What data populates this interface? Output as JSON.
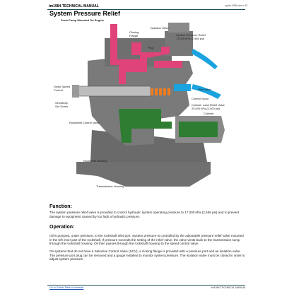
{
  "header": {
    "manual_title": "tm1984-TECHNICAL MANUAL",
    "page_ref": "cg.tm.1984.mm.c.43"
  },
  "page_title": "System Pressure Relief",
  "diagram": {
    "labels": {
      "from_pump": "From Pump Mounted On Engine",
      "closing_flange": "Closing\nFlange",
      "isolation_valve": "Isolation Valve",
      "spr_valve": "System Pressure Relief\n17,000 kPa (2,466 psi)",
      "plug": "Plug",
      "down_speed": "Down Speed\nControl",
      "sensitivity": "Sensitivity\nSet Screw",
      "pilot_valve": "Pilot Valve",
      "control_spool": "Control Spool",
      "cyl_load_relief": "Cylinder Load Relief Valve\n20,000 kPa (2,900 psi)",
      "rockshaft_control": "Rockshaft Control Valve",
      "cylinder": "Cylinder",
      "rockshaft_housing": "Rockshaft Housing",
      "transmission_housing": "Transmission Housing"
    },
    "colors": {
      "housing": "#6e6e6e",
      "pressure": "#e0427a",
      "return": "#1aa3df",
      "pilot": "#2e7d32",
      "spring": "#f07c20"
    }
  },
  "sections": {
    "function": {
      "heading": "Function:",
      "body": "The system pressure relief valve is provided to control hydraulic system operating pressure to 17,000 kPa (2,466 psi) and to prevent damage to equipment caused by too high a hydraulic pressure."
    },
    "operation": {
      "heading": "Operation:",
      "p1": "Oil is pumped, under pressure, to the rockshaft inlet port. System pressure is controlled by the adjustable pressure relief valve mounted in the left inner part of the rockshaft. If pressure exceeds the setting of the relief valve, the valve vents back to the transmission sump through the rockshaft housing. Oil then passes through the rockshaft housing to the speed control valve.",
      "p2": "On systems that do not have a Selective Control Valve (SCV), a closing flange is provided with a pressure port and an isolation valve. The pressure port plug can be removed and a gauge installed to monitor system pressure. The isolation valve must be closed in order to adjust system pressure."
    }
  },
  "footer": {
    "link": "Go to Global Table of contents",
    "ref": "tm1984-TECHNICAL MANUAL"
  }
}
